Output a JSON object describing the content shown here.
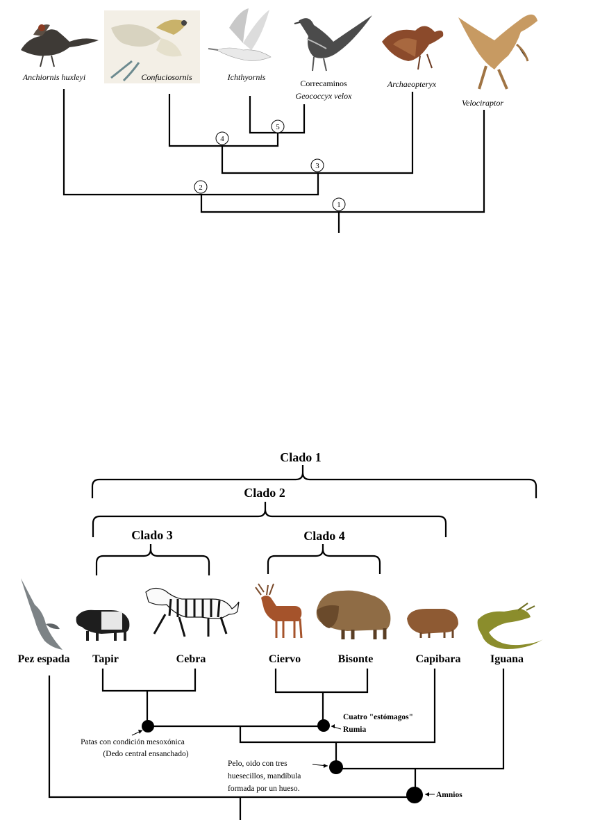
{
  "top_tree": {
    "taxa": {
      "anchiornis": "Anchiornis huxleyi",
      "confuciusornis": "Confuciosornis",
      "ichthyornis": "Ichthyornis",
      "correcaminos_common": "Correcaminos",
      "correcaminos_latin": "Geococcyx velox",
      "archaeopteryx": "Archaeopteryx",
      "velociraptor": "Velociraptor"
    },
    "nodes": {
      "n1": "1",
      "n2": "2",
      "n3": "3",
      "n4": "4",
      "n5": "5"
    },
    "icons": {
      "anchiornis": "feathered-dinosaur-icon",
      "confuciusornis": "bird-icon",
      "ichthyornis": "seabird-icon",
      "correcaminos": "roadrunner-icon",
      "archaeopteryx": "archaeopteryx-icon",
      "velociraptor": "raptor-icon"
    }
  },
  "bottom_tree": {
    "clados": {
      "c1": "Clado 1",
      "c2": "Clado 2",
      "c3": "Clado 3",
      "c4": "Clado 4"
    },
    "taxa": {
      "pez": "Pez espada",
      "tapir": "Tapir",
      "cebra": "Cebra",
      "ciervo": "Ciervo",
      "bisonte": "Bisonte",
      "capibara": "Capibara",
      "iguana": "Iguana"
    },
    "characters": {
      "patas_1": "Patas con condición mesoxónica",
      "patas_2": "(Dedo central ensanchado)",
      "cuatro": "Cuatro \"estómagos\"",
      "rumia": "Rumia",
      "pelo_1": "Pelo, oido con tres",
      "pelo_2": "huesecillos, mandíbula",
      "pelo_3": "formada por un hueso.",
      "amnios": "Amnios"
    },
    "icons": {
      "pez": "swordfish-icon",
      "tapir": "tapir-icon",
      "cebra": "zebra-icon",
      "ciervo": "deer-icon",
      "bisonte": "bison-icon",
      "capibara": "capybara-icon",
      "iguana": "iguana-icon"
    }
  }
}
